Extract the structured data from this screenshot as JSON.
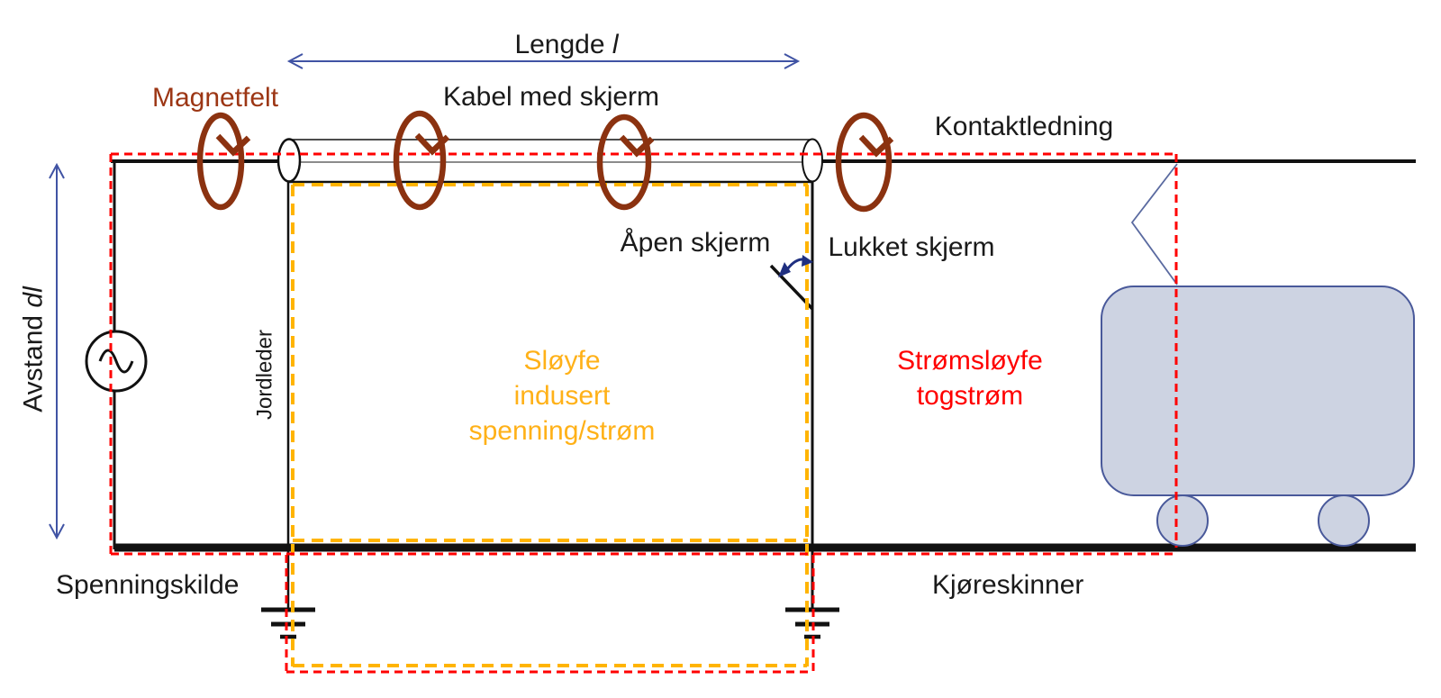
{
  "labels": {
    "lengde": "Lengde",
    "lengde_var": "l",
    "magnetfelt": "Magnetfelt",
    "kabel_med_skjerm": "Kabel med skjerm",
    "kontaktledning": "Kontaktledning",
    "aapen_skjerm": "Åpen skjerm",
    "lukket_skjerm": "Lukket skjerm",
    "avstand": "Avstand",
    "avstand_var": "dl",
    "jordleder": "Jordleder",
    "sloyfe_line1": "Sløyfe",
    "sloyfe_line2": "indusert",
    "sloyfe_line3": "spenning/strøm",
    "stromsloyfe_line1": "Strømsløyfe",
    "stromsloyfe_line2": "togstrøm",
    "spenningskilde": "Spenningskilde",
    "kjoreskinner": "Kjøreskinner"
  },
  "colors": {
    "wire_black": "#111111",
    "magnetfelt_brown": "#8B3210",
    "magnetfelt_label": "#9C3614",
    "induced_loop_yellow": "#FFB400",
    "induced_text_yellow": "#FFB118",
    "train_current_red": "#FF0000",
    "dimension_blue": "#4053A4",
    "pantograph_blue": "#5A6AA0",
    "toggle_arrow_navy": "#1F2F80",
    "train_fill": "#CDD3E2",
    "train_stroke": "#49599A"
  }
}
